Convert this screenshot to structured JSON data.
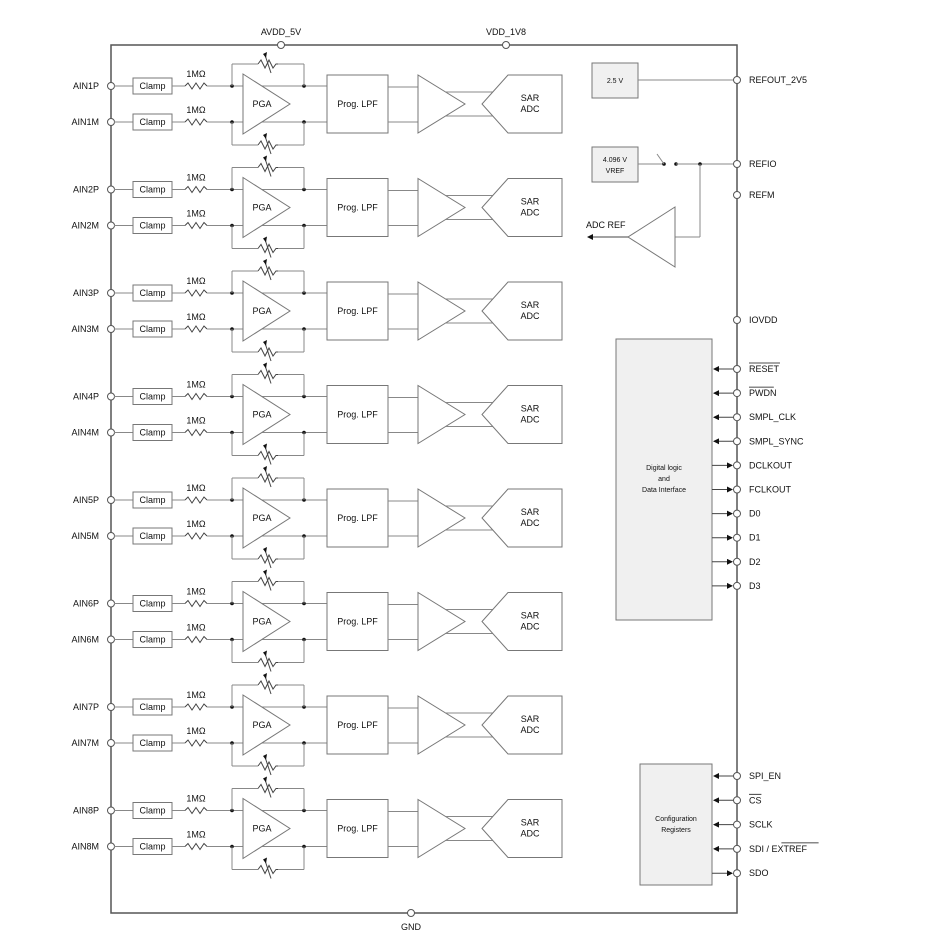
{
  "title": "8-Channel Simultaneous-Sampling SAR ADC Block Diagram",
  "supply_pins": {
    "avdd": "AVDD_5V",
    "vdd": "VDD_1V8",
    "gnd": "GND",
    "iovdd": "IOVDD"
  },
  "channel_blocks": {
    "clamp": "Clamp",
    "resistor": "1MΩ",
    "pga": "PGA",
    "lpf": "Prog. LPF",
    "adc_line1": "SAR",
    "adc_line2": "ADC"
  },
  "channels": [
    {
      "p": "AIN1P",
      "m": "AIN1M"
    },
    {
      "p": "AIN2P",
      "m": "AIN2M"
    },
    {
      "p": "AIN3P",
      "m": "AIN3M"
    },
    {
      "p": "AIN4P",
      "m": "AIN4M"
    },
    {
      "p": "AIN5P",
      "m": "AIN5M"
    },
    {
      "p": "AIN6P",
      "m": "AIN6M"
    },
    {
      "p": "AIN7P",
      "m": "AIN7M"
    },
    {
      "p": "AIN8P",
      "m": "AIN8M"
    }
  ],
  "reference": {
    "refout_box": "2.5 V",
    "refout_pin": "REFOUT_2V5",
    "vref_box_line1": "4.096 V",
    "vref_box_line2": "VREF",
    "refio_pin": "REFIO",
    "refm_pin": "REFM",
    "adc_ref": "ADC REF"
  },
  "digital": {
    "block_line1": "Digital logic",
    "block_line2": "and",
    "block_line3": "Data Interface",
    "pins": [
      {
        "name": "RESET",
        "overbar": true,
        "dir": "in"
      },
      {
        "name": "PWDN",
        "overbar": true,
        "dir": "in"
      },
      {
        "name": "SMPL_CLK",
        "overbar": false,
        "dir": "in"
      },
      {
        "name": "SMPL_SYNC",
        "overbar": false,
        "dir": "in"
      },
      {
        "name": "DCLKOUT",
        "overbar": false,
        "dir": "out"
      },
      {
        "name": "FCLKOUT",
        "overbar": false,
        "dir": "out"
      },
      {
        "name": "D0",
        "overbar": false,
        "dir": "out"
      },
      {
        "name": "D1",
        "overbar": false,
        "dir": "out"
      },
      {
        "name": "D2",
        "overbar": false,
        "dir": "out"
      },
      {
        "name": "D3",
        "overbar": false,
        "dir": "out"
      }
    ]
  },
  "config": {
    "block_line1": "Configuration",
    "block_line2": "Registers",
    "pins": [
      {
        "name": "SPI_EN",
        "dir": "in"
      },
      {
        "name": "CS",
        "overbar_full": true,
        "dir": "in"
      },
      {
        "name": "SCLK",
        "dir": "in"
      },
      {
        "name": "SDI / EXTREF",
        "overbar_part": "EXTREF",
        "dir": "in"
      },
      {
        "name": "SDO",
        "dir": "out"
      }
    ]
  }
}
